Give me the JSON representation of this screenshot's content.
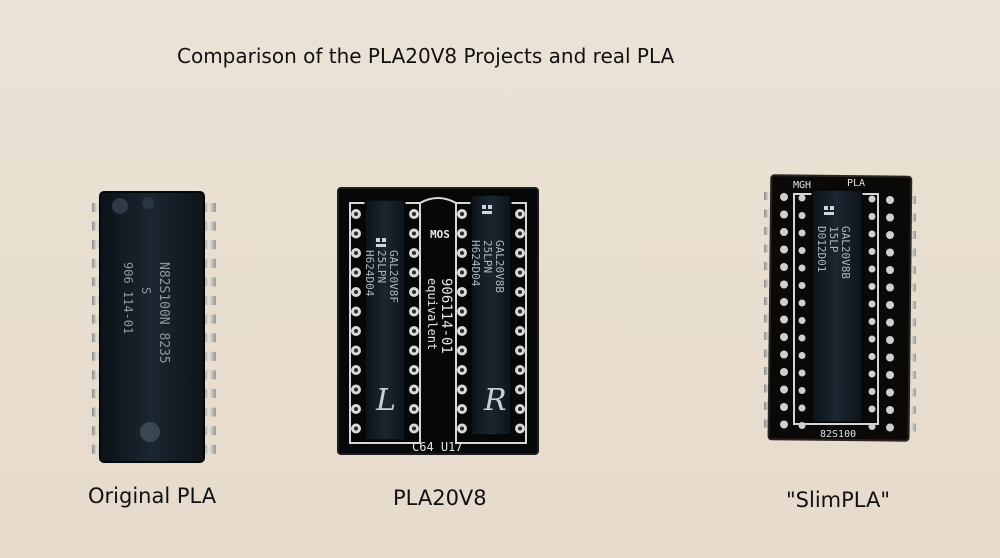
{
  "title": "Comparison of the PLA20V8 Projects and real PLA",
  "captions": {
    "original": "Original PLA",
    "pla20v8": "PLA20V8",
    "slimpla": "\"SlimPLA\""
  },
  "chips": {
    "original": {
      "line1": "N82S100N 8235",
      "line2": "S",
      "line3": "906 114-01"
    },
    "gal_left": {
      "line1": "GAL20V8F",
      "line2": "25LPN",
      "line3": "H624D04",
      "mark": "L"
    },
    "gal_right": {
      "line1": "GAL20V8B",
      "line2": "25LPN",
      "line3": "H624D04",
      "mark": "R"
    },
    "slim_gal": {
      "line1": "GAL20V8B",
      "line2": "15LP",
      "line3": "D012D01"
    }
  },
  "boards": {
    "pla20v8": {
      "silk_part": "906114-01",
      "silk_equiv": "equivalent",
      "silk_bottom": "C64 U17",
      "logo": "MOS"
    },
    "slimpla": {
      "silk_left": "MGH",
      "silk_right": "PLA",
      "silk_bottom": "82S100"
    }
  }
}
